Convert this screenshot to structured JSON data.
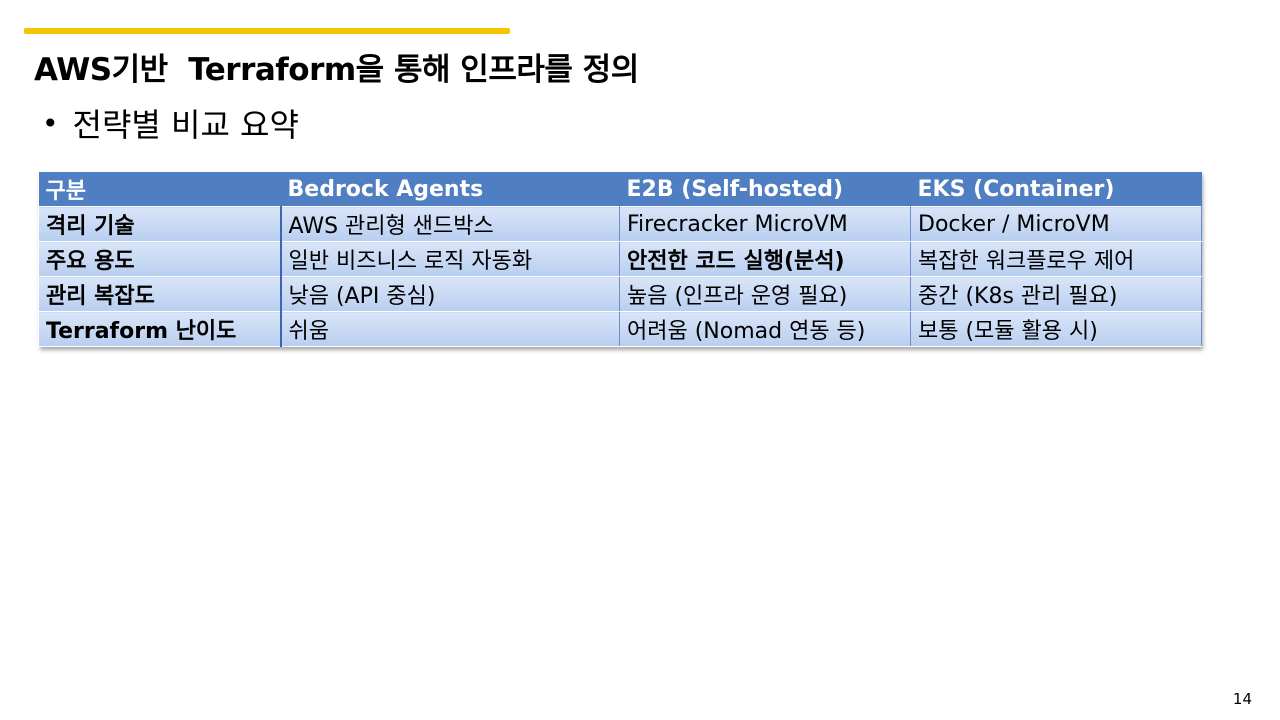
{
  "slide": {
    "title": "AWS기반  Terraform을 통해 인프라를 정의",
    "bullet": "전략별 비교 요약",
    "page_number": "14",
    "accent_color": "#f5c400"
  },
  "table": {
    "header_color": "#4f7ec2",
    "headers": [
      "구분",
      "Bedrock Agents",
      "E2B (Self-hosted)",
      "EKS (Container)"
    ],
    "rows": [
      [
        "격리 기술",
        "AWS 관리형 샌드박스",
        "Firecracker MicroVM",
        "Docker / MicroVM"
      ],
      [
        "주요 용도",
        "일반 비즈니스 로직 자동화",
        "안전한 코드 실행(분석)",
        "복잡한 워크플로우 제어"
      ],
      [
        "관리 복잡도",
        "낮음 (API 중심)",
        "높음 (인프라 운영 필요)",
        "중간 (K8s 관리 필요)"
      ],
      [
        "Terraform 난이도",
        "쉬움",
        "어려움 (Nomad 연동 등)",
        "보통 (모듈 활용 시)"
      ]
    ]
  }
}
